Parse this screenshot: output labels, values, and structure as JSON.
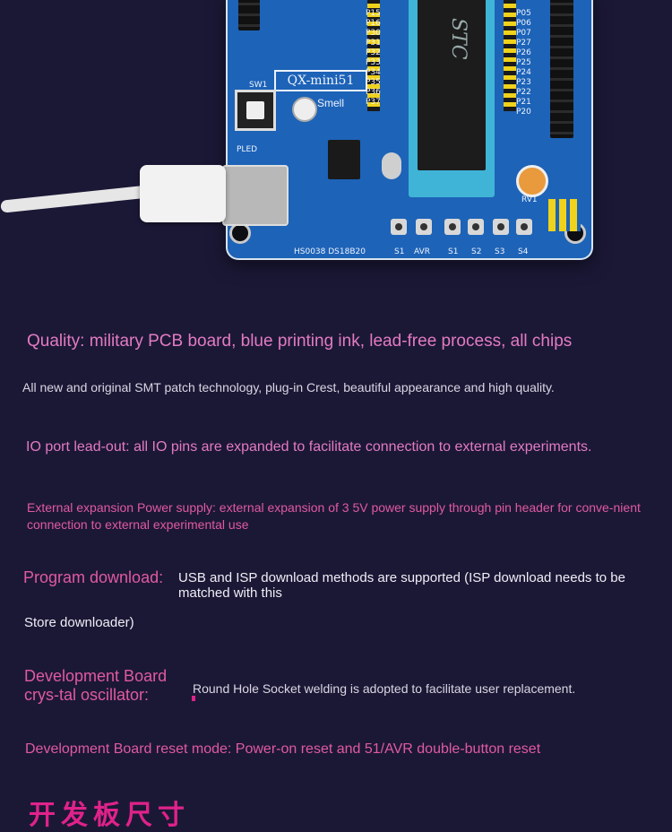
{
  "board": {
    "logo_text": "QX-mini51",
    "chip_text": "STC",
    "smell_label": "Smell",
    "silk": {
      "sw1": "SW1",
      "pled": "PLED",
      "hs": "HS0038 DS18B20",
      "keys": [
        "S1",
        "AVR",
        "S1",
        "S2",
        "S3",
        "S4"
      ],
      "rv1": "RV1",
      "ports_left": [
        "P15",
        "P16",
        "P30",
        "P31",
        "P32",
        "P33",
        "P34",
        "P35",
        "P36",
        "P37"
      ],
      "ports_right": [
        "P05",
        "P06",
        "P07",
        "P27",
        "P26",
        "P25",
        "P24",
        "P23",
        "P22",
        "P21",
        "P20"
      ]
    },
    "colors": {
      "pcb": "#1d63b8",
      "header_pins": "#f0d21c",
      "socket": "#3fb4d6"
    }
  },
  "features": {
    "quality": "Quality: military PCB board, blue printing ink, lead-free process, all chips",
    "smt": "All new and original SMT patch technology, plug-in Crest, beautiful appearance and high quality.",
    "io_port": "IO port lead-out: all IO pins are expanded to facilitate connection to external experiments.",
    "power": "External expansion Power supply: external expansion of 3 5V power supply through pin header for conve-nient connection to external experimental use",
    "program_label": "Program download:",
    "program_text": "USB and ISP download methods are supported (ISP download needs to be matched with this",
    "program_cont": "Store downloader)",
    "crystal_label": "Development Board crys-tal oscillator:",
    "crystal_text": "Round Hole Socket welding is adopted to facilitate user replacement.",
    "reset": "Development Board reset mode: Power-on reset and 51/AVR double-button reset",
    "footer_title": "开发板尺寸"
  }
}
